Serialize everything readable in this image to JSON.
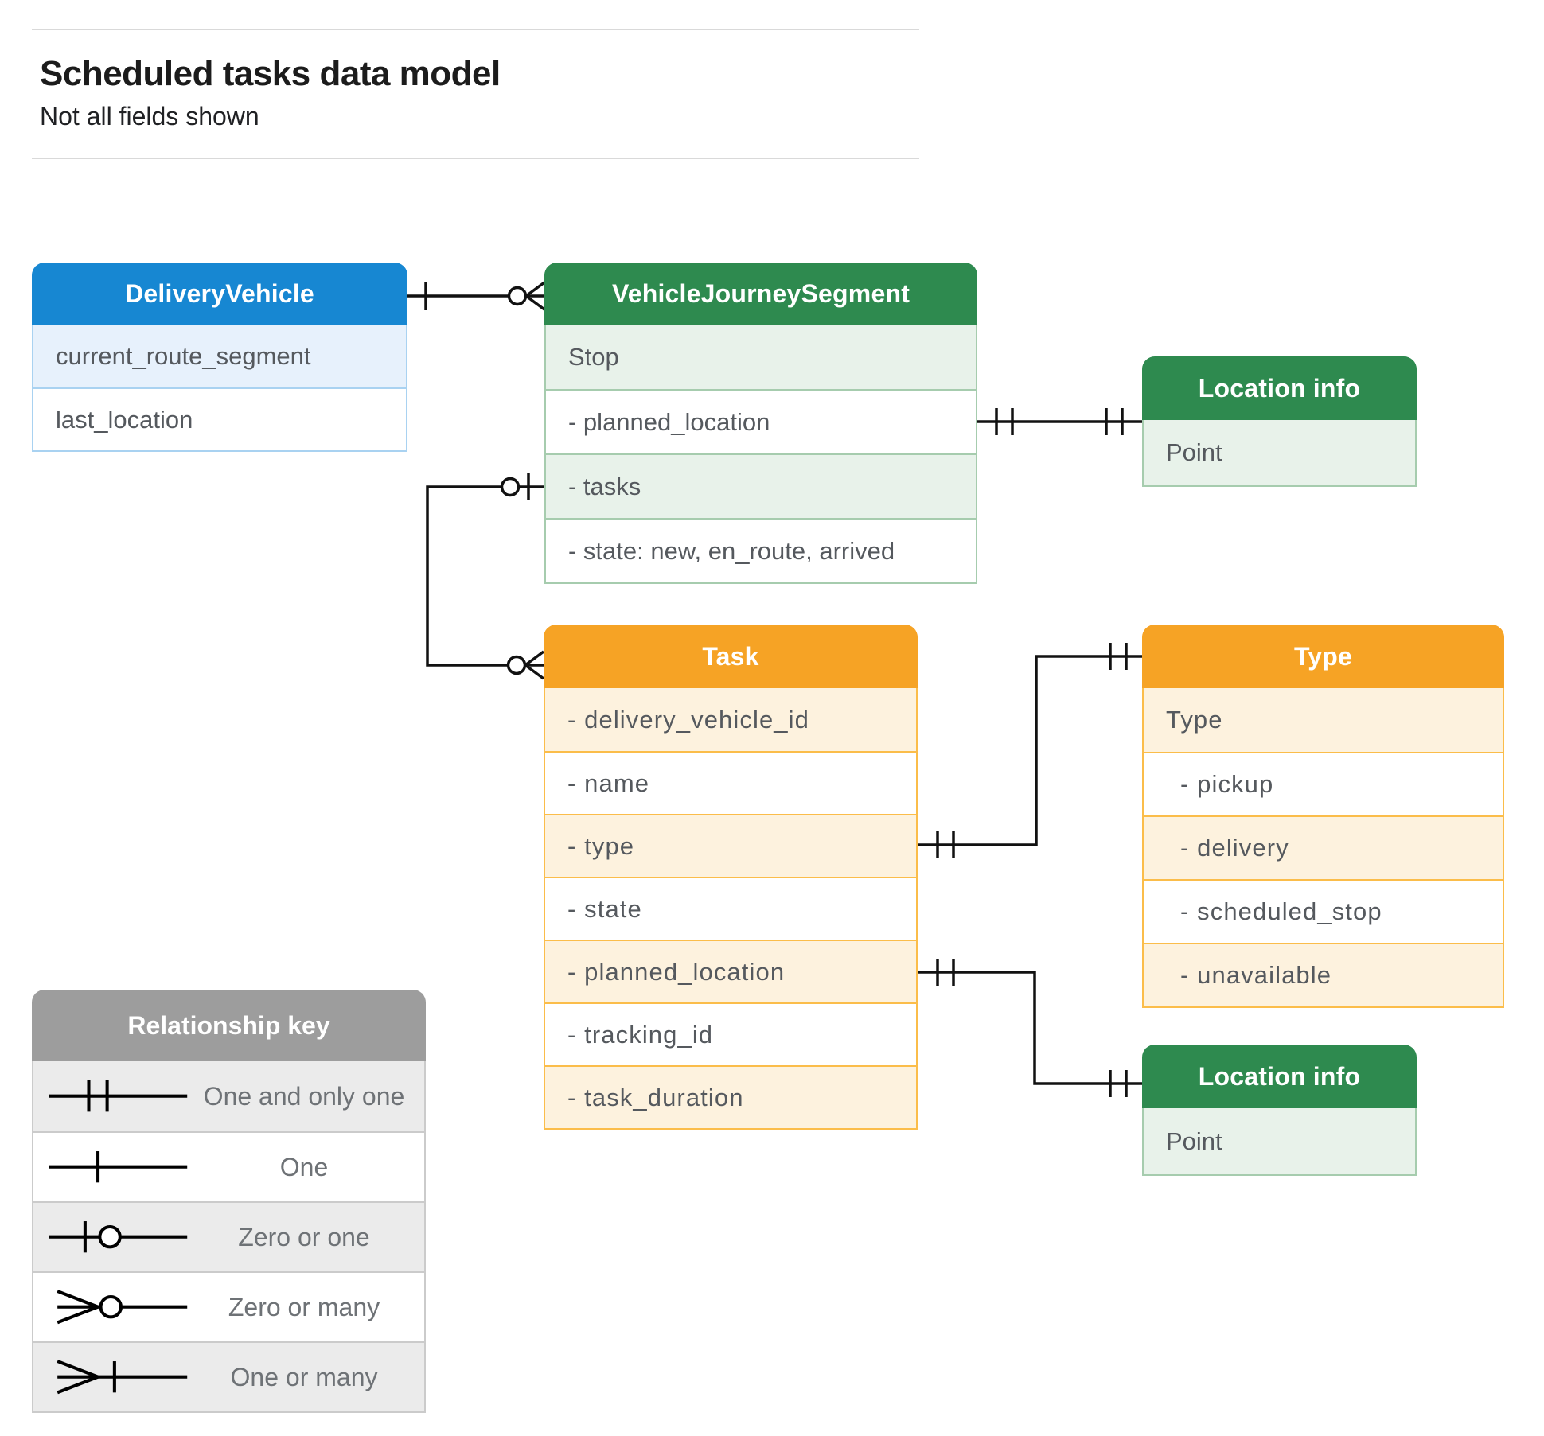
{
  "page": {
    "title": "Scheduled tasks data model",
    "subtitle": "Not all fields shown"
  },
  "entities": {
    "delivery_vehicle": {
      "title": "DeliveryVehicle",
      "fields": [
        "current_route_segment",
        "last_location"
      ]
    },
    "vehicle_journey_segment": {
      "title": "VehicleJourneySegment",
      "fields": [
        "Stop",
        "- planned_location",
        "- tasks",
        "- state: new, en_route, arrived"
      ]
    },
    "location_info_top": {
      "title": "Location info",
      "fields": [
        "Point"
      ]
    },
    "task": {
      "title": "Task",
      "fields": [
        "- delivery_vehicle_id",
        "- name",
        "- type",
        "- state",
        "- planned_location",
        "- tracking_id",
        "- task_duration"
      ]
    },
    "type": {
      "title": "Type",
      "fields": [
        "Type",
        "- pickup",
        "- delivery",
        "- scheduled_stop",
        "- unavailable"
      ]
    },
    "location_info_bottom": {
      "title": "Location info",
      "fields": [
        "Point"
      ]
    }
  },
  "legend": {
    "title": "Relationship key",
    "items": [
      {
        "symbol": "one-and-only-one",
        "label": "One and only one"
      },
      {
        "symbol": "one",
        "label": "One"
      },
      {
        "symbol": "zero-or-one",
        "label": "Zero or one"
      },
      {
        "symbol": "zero-or-many",
        "label": "Zero or many"
      },
      {
        "symbol": "one-or-many",
        "label": "One or many"
      }
    ]
  },
  "colors": {
    "blue_header": "#1787d2",
    "green_header": "#2e8a4f",
    "orange_header": "#f6a325",
    "gray_header": "#9d9d9d",
    "blue_row": "#e7f1fc",
    "green_row": "#e8f2ea",
    "orange_row": "#fdf2de",
    "gray_row": "#ebebeb"
  }
}
